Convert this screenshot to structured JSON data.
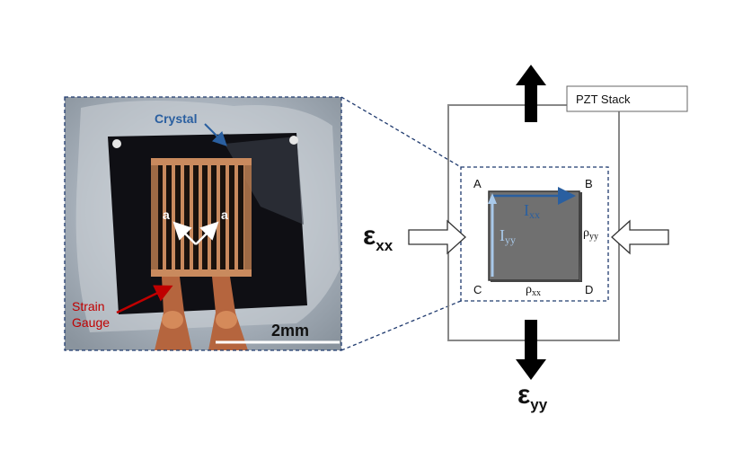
{
  "photo": {
    "crystal_label": "Crystal",
    "axis_label_left": "a",
    "axis_label_right": "a",
    "strain_gauge_line1": "Strain",
    "strain_gauge_line2": "Gauge",
    "scale_bar_label": "2mm"
  },
  "schematic": {
    "pzt_label": "PZT Stack",
    "corner_a": "A",
    "corner_b": "B",
    "corner_c": "C",
    "corner_d": "D",
    "i_xx": {
      "base": "I",
      "sub": "xx"
    },
    "i_yy": {
      "base": "I",
      "sub": "yy"
    },
    "rho_yy": {
      "base": "ρ",
      "sub": "yy"
    },
    "rho_xx": {
      "base": "ρ",
      "sub": "xx"
    },
    "eps_xx": {
      "base": "ε",
      "sub": "xx"
    },
    "eps_yy": {
      "base": "ε",
      "sub": "yy"
    }
  },
  "colors": {
    "dashed_frame": "#1f3a6e",
    "crystal_label": "#2a5fa0",
    "strain_label": "#c00000",
    "current_arrow": "#2a5fa0",
    "current_arrow_light": "#a9c9ea",
    "sample_fill": "#707070"
  }
}
